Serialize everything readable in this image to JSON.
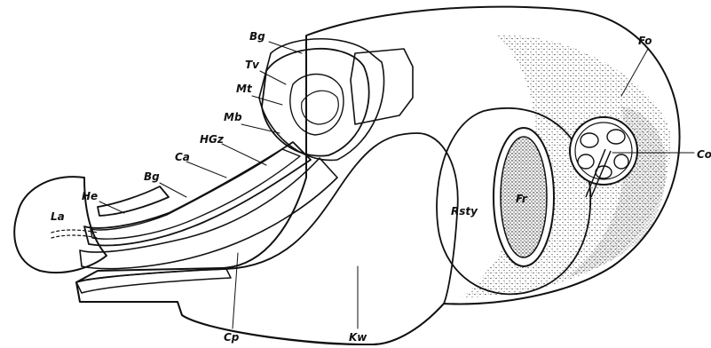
{
  "labels": {
    "bg_top": "Bg",
    "tv": "Tv",
    "mt": "Mt",
    "mb": "Mb",
    "hgz": "HGz",
    "ca": "Ca",
    "bg_left": "Bg",
    "he": "He",
    "la": "La",
    "cp": "Cp",
    "kw": "Kw",
    "rsty": "Rsty",
    "fr": "Fr",
    "fo": "Fo",
    "co": "Co"
  }
}
